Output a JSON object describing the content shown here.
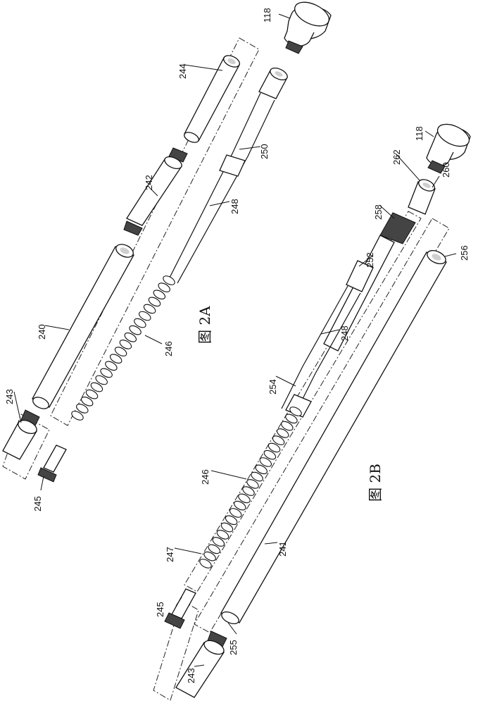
{
  "figures": {
    "fig_2a": {
      "caption": "图 2A",
      "labels": {
        "l118": "118",
        "l244": "244",
        "l250": "250",
        "l242": "242",
        "l248": "248",
        "l240": "240",
        "l246": "246",
        "l243": "243",
        "l245": "245"
      }
    },
    "fig_2b": {
      "caption": "图 2B",
      "labels": {
        "l118": "118",
        "l262": "262",
        "l260": "260",
        "l258": "258",
        "l256": "256",
        "l252": "252",
        "l248": "248",
        "l254": "254",
        "l246": "246",
        "l247": "247",
        "l241": "241",
        "l245": "245",
        "l255": "255",
        "l243": "243"
      }
    }
  }
}
